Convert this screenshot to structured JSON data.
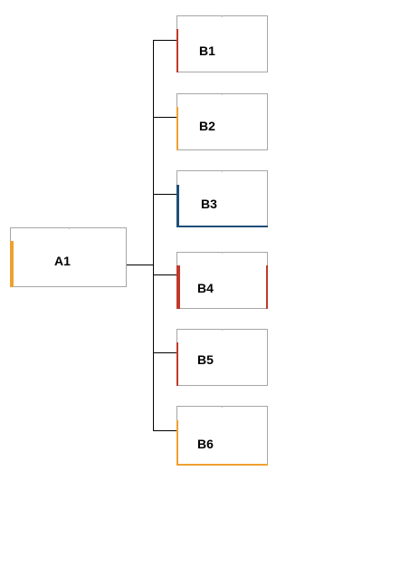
{
  "nodes": {
    "a1": {
      "label": "A1"
    },
    "b1": {
      "label": "B1"
    },
    "b2": {
      "label": "B2"
    },
    "b3": {
      "label": "B3"
    },
    "b4": {
      "label": "B4"
    },
    "b5": {
      "label": "B5"
    },
    "b6": {
      "label": "B6"
    }
  },
  "colors": {
    "orange": "#f0a030",
    "red": "#c0392b",
    "blue": "#1f4e79",
    "border": "#a6a6a6",
    "line": "#000000"
  }
}
